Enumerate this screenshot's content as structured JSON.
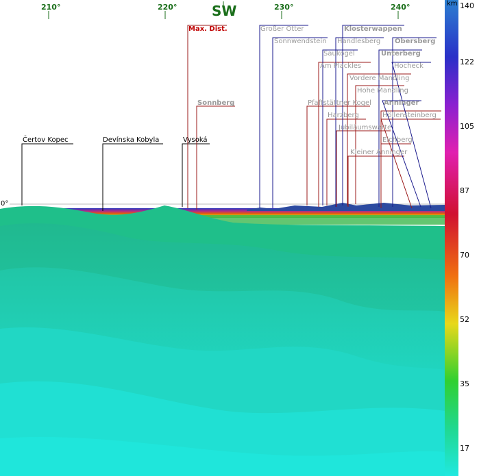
{
  "direction_label": "SW",
  "horizon_label": "0°",
  "azimuth_ticks": [
    "210°",
    "220°",
    "230°",
    "240°"
  ],
  "scale": {
    "unit": "km",
    "ticks": [
      "140",
      "122",
      "105",
      "87",
      "70",
      "52",
      "35",
      "17"
    ]
  },
  "peaks": [
    {
      "name": "Čertov Kopec",
      "style": "black"
    },
    {
      "name": "Devínska Kobyla",
      "style": "black"
    },
    {
      "name": "Vysoká",
      "style": "black"
    },
    {
      "name": "Max. Dist.",
      "style": "red"
    },
    {
      "name": "Sonnberg",
      "style": "gray-bold"
    },
    {
      "name": "Großer Otter",
      "style": "gray"
    },
    {
      "name": "Sonnwendstein",
      "style": "gray"
    },
    {
      "name": "Klosterwappen",
      "style": "gray-bold"
    },
    {
      "name": "Handlesberg",
      "style": "gray"
    },
    {
      "name": "Obersberg",
      "style": "gray-bold"
    },
    {
      "name": "Saukogel",
      "style": "gray"
    },
    {
      "name": "Unterberg",
      "style": "gray-bold"
    },
    {
      "name": "Am Plackles",
      "style": "gray"
    },
    {
      "name": "Hocheck",
      "style": "gray"
    },
    {
      "name": "Vordere Mandling",
      "style": "gray"
    },
    {
      "name": "Hohe Mandling",
      "style": "gray"
    },
    {
      "name": "Pfaffstättner Kogel",
      "style": "gray"
    },
    {
      "name": "Anninger",
      "style": "gray-bold"
    },
    {
      "name": "Harzberg",
      "style": "gray"
    },
    {
      "name": "Höllensteinberg",
      "style": "gray"
    },
    {
      "name": "Jubiläumswarte",
      "style": "gray"
    },
    {
      "name": "Eichberg",
      "style": "gray"
    },
    {
      "name": "Kleiner Anninger",
      "style": "gray"
    }
  ],
  "colors": {
    "terrain_near": "#1fe0cc",
    "terrain_mid": "#22c9a4",
    "leader_black": "#000000",
    "leader_red": "#9b1a1a",
    "leader_blue": "#1a1a8c",
    "label_green": "#1a6e1a"
  }
}
